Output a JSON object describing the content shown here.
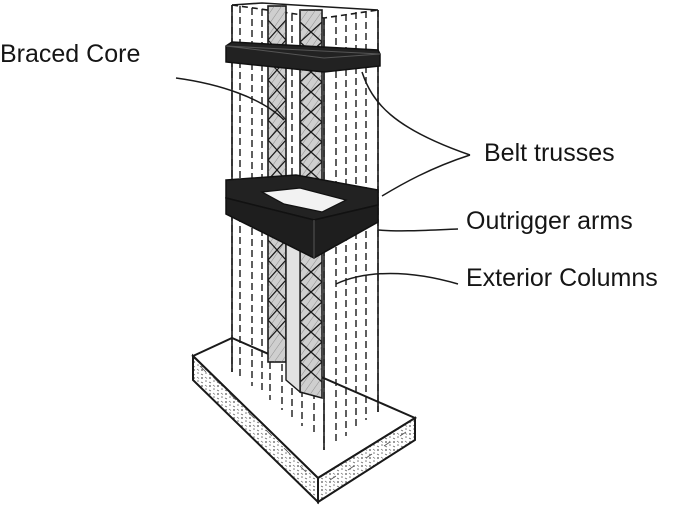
{
  "diagram": {
    "labels": {
      "braced_core": "Braced Core",
      "belt_trusses": "Belt trusses",
      "outrigger_arms": "Outrigger arms",
      "exterior_columns": "Exterior Columns"
    },
    "colors": {
      "ink": "#1a1a1a",
      "dark_band": "#222222",
      "paper": "#ffffff",
      "base_hatch": "#777777"
    }
  }
}
